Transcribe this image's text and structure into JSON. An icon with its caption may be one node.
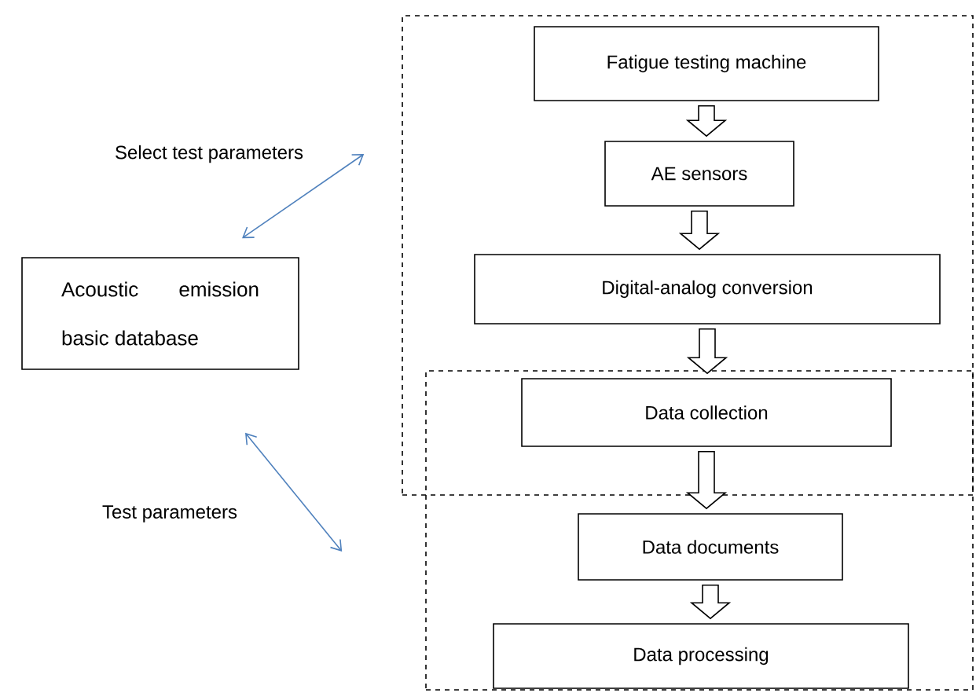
{
  "diagram": {
    "nodes": [
      {
        "text": [],
        "shape": "box"
      },
      {
        "text": [
          "Fatigue testing machine"
        ],
        "in": 0
      },
      {
        "text": [
          "AE sensors"
        ],
        "in": 0
      },
      {
        "text": [
          "Digital-analog conversion"
        ],
        "in": 0
      },
      {
        "text": [],
        "shape": "box"
      },
      {
        "text": [
          "Data collection"
        ]
      },
      {
        "text": [
          "Data documents"
        ],
        "in": 4
      },
      {
        "text": [
          "Data processing"
        ],
        "in": 4
      },
      {
        "text": [
          "Acoustic emission basic database"
        ]
      }
    ],
    "edges": [
      {
        "from": 1,
        "to": 2,
        "arrow": "to"
      },
      {
        "from": 2,
        "to": 3,
        "arrow": "to"
      },
      {
        "from": 3,
        "to": 5,
        "arrow": "to"
      },
      {
        "from": 5,
        "to": 6,
        "arrow": "to"
      },
      {
        "from": 6,
        "to": 7,
        "arrow": "to"
      },
      {
        "from": 8,
        "to": 0,
        "arrow": "both",
        "label": "Select test parameters",
        "color": "#4f81bd"
      },
      {
        "from": 8,
        "to": 4,
        "arrow": "both",
        "label": "Test parameters",
        "color": "#4f81bd"
      }
    ]
  }
}
